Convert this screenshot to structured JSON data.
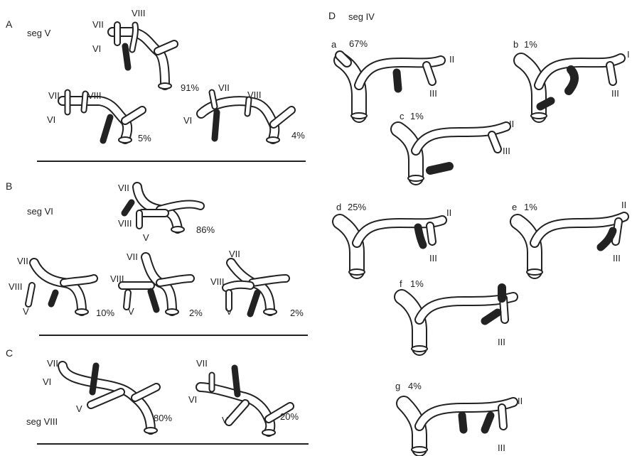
{
  "panels": {
    "A": {
      "letter": "A",
      "title": "seg V",
      "variants": [
        {
          "pct": "91%",
          "labels": [
            "VII",
            "VIII",
            "VI"
          ]
        },
        {
          "pct": "5%",
          "labels": [
            "VII",
            "VIII",
            "VI"
          ]
        },
        {
          "pct": "4%",
          "labels": [
            "VII",
            "VIII",
            "VI"
          ]
        }
      ]
    },
    "B": {
      "letter": "B",
      "title": "seg VI",
      "variants": [
        {
          "pct": "86%",
          "labels": [
            "VII",
            "VIII",
            "V"
          ]
        },
        {
          "pct": "10%",
          "labels": [
            "VII",
            "VIII",
            "V"
          ]
        },
        {
          "pct": "2%",
          "labels": [
            "VII",
            "VIII",
            "V"
          ]
        },
        {
          "pct": "2%",
          "labels": [
            "VII",
            "VIII",
            "V"
          ]
        }
      ]
    },
    "C": {
      "letter": "C",
      "title": "seg VIII",
      "variants": [
        {
          "pct": "80%",
          "labels": [
            "VII",
            "VI",
            "V"
          ]
        },
        {
          "pct": "20%",
          "labels": [
            "VII",
            "VI",
            "V"
          ]
        }
      ]
    },
    "D": {
      "letter": "D",
      "title": "seg IV",
      "variants": [
        {
          "letter": "a",
          "pct": "67%",
          "labels": [
            "II",
            "III"
          ]
        },
        {
          "letter": "b",
          "pct": "1%",
          "labels": [
            "I",
            "III"
          ]
        },
        {
          "letter": "c",
          "pct": "1%",
          "labels": [
            "II",
            "III"
          ]
        },
        {
          "letter": "d",
          "pct": "25%",
          "labels": [
            "II",
            "III"
          ]
        },
        {
          "letter": "e",
          "pct": "1%",
          "labels": [
            "II",
            "III"
          ]
        },
        {
          "letter": "f",
          "pct": "1%",
          "labels": [
            "III"
          ]
        },
        {
          "letter": "g",
          "pct": "4%",
          "labels": [
            "II",
            "III"
          ]
        }
      ]
    }
  }
}
